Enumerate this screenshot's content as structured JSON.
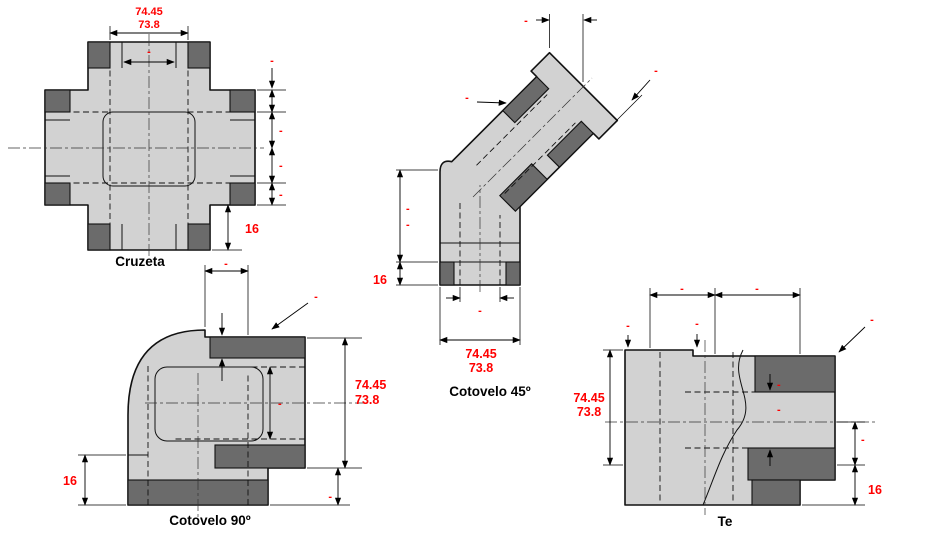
{
  "figures": [
    {
      "id": "cruzeta",
      "label": "Cruzeta"
    },
    {
      "id": "cotovelo-45",
      "label": "Cotovelo 45º"
    },
    {
      "id": "cotovelo-90",
      "label": "Cotovelo 90º"
    },
    {
      "id": "te",
      "label": "Te"
    }
  ],
  "dims": {
    "outer": "74.45",
    "inner": "73.8",
    "thread_depth": "16",
    "unspecified": "-"
  },
  "colors": {
    "background": "#ffffff",
    "body_fill": "#d2d2d2",
    "section_fill": "#6b6b6b",
    "outline": "#111111",
    "dimension_text": "#ff0000"
  }
}
